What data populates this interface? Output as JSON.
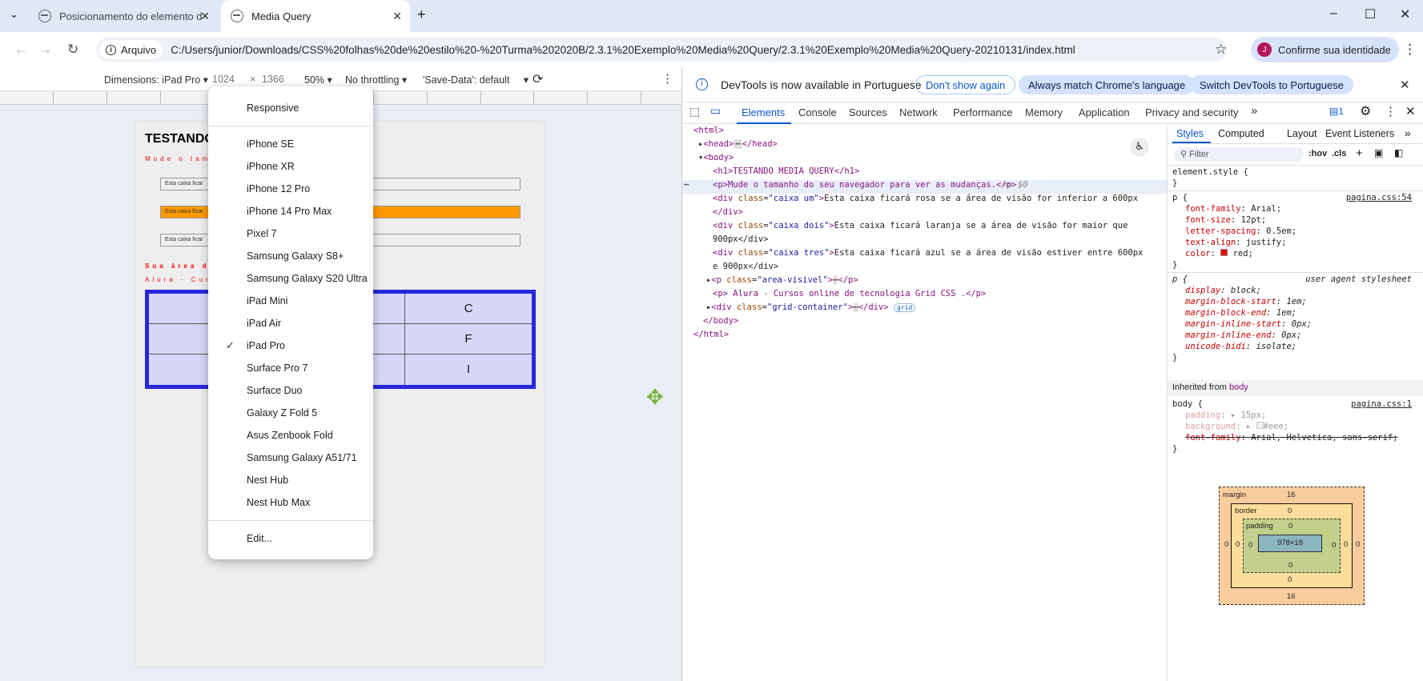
{
  "browser": {
    "tabs": [
      {
        "title": "Posicionamento do elemento d"
      },
      {
        "title": "Media Query"
      }
    ],
    "new_tab": "+",
    "window_controls": [
      "–",
      "☐",
      "✕"
    ],
    "security_chip": "Arquivo",
    "url": "C:/Users/junior/Downloads/CSS%20folhas%20de%20estilo%20-%20Turma%202020B/2.3.1%20Exemplo%20Media%20Query/2.3.1%20Exemplo%20Media%20Query-20210131/index.html",
    "identity_button": "Confirme sua identidade",
    "identity_initial": "J"
  },
  "device_toolbar": {
    "dimensions": "Dimensions: iPad Pro",
    "width": "1024",
    "times": "×",
    "height": "1366",
    "zoom": "50%",
    "throttling": "No throttling",
    "save_data": "'Save-Data': default"
  },
  "page": {
    "h1": "TESTANDO",
    "p1": "Mude o tam                                ver as mudanças.",
    "box1": "Esta caixa ficar",
    "box2": "Esta caixa ficar",
    "box3": "Esta caixa ficar",
    "p_area": "Sua área d                                  900px",
    "p_alura": "Alura - Cur                                   id CSS .",
    "grid": [
      "C",
      "F",
      "I"
    ],
    "accent": "#2727d9",
    "orange": "#ff9900"
  },
  "device_menu": {
    "items": [
      "Responsive",
      "iPhone SE",
      "iPhone XR",
      "iPhone 12 Pro",
      "iPhone 14 Pro Max",
      "Pixel 7",
      "Samsung Galaxy S8+",
      "Samsung Galaxy S20 Ultra",
      "iPad Mini",
      "iPad Air",
      "iPad Pro",
      "Surface Pro 7",
      "Surface Duo",
      "Galaxy Z Fold 5",
      "Asus Zenbook Fold",
      "Samsung Galaxy A51/71",
      "Nest Hub",
      "Nest Hub Max",
      "Edit..."
    ],
    "selected": "iPad Pro",
    "checkmark": "✓"
  },
  "devtools": {
    "info": "DevTools is now available in Portuguese",
    "buttons": [
      "Don't show again",
      "Always match Chrome's language",
      "Switch DevTools to Portuguese"
    ],
    "tabs": [
      "Elements",
      "Console",
      "Sources",
      "Network",
      "Performance",
      "Memory",
      "Application",
      "Privacy and security"
    ],
    "more_tabs": "»",
    "issues_count": "1",
    "dom": [
      "<html>",
      "<head>",
      "</head>",
      "<body>",
      "<h1>TESTANDO MEDIA QUERY</h1>",
      "<p>Mude o tamanho do seu navegador para ver as mudanças.</p>",
      "== $0",
      "caixa um",
      "Esta caixa ficará rosa se a área de visão for inferior a 600px",
      "</div>",
      "caixa dois",
      "Esta caixa ficará laranja se a área de visão for maior que",
      "900px</div>",
      "caixa tres",
      "Esta caixa ficará azul se a área de visão estiver entre 600px",
      "e 900px</div>",
      "area-visivel",
      "</p>",
      "<p> Alura - Cursos online de tecnologia Grid CSS .</p>",
      "grid-container",
      "</div>",
      "grid",
      "</body>",
      "</html>"
    ],
    "styles_tabs": [
      "Styles",
      "Computed",
      "Layout",
      "Event Listeners"
    ],
    "filter": "Filter",
    "hov": ":hov",
    "cls": ".cls",
    "rules": {
      "element_style": "element.style {",
      "close": "}",
      "p_selector": "p {",
      "p_source": "pagina.css:54",
      "p_props": [
        [
          "font-family",
          "Arial;"
        ],
        [
          "font-size",
          "12pt;"
        ],
        [
          "letter-spacing",
          "0.5em;"
        ],
        [
          "text-align",
          "justify;"
        ],
        [
          "color",
          "red;"
        ]
      ],
      "ua_selector": "p {",
      "ua_source": "user agent stylesheet",
      "ua_props": [
        [
          "display",
          "block;"
        ],
        [
          "margin-block-start",
          "1em;"
        ],
        [
          "margin-block-end",
          "1em;"
        ],
        [
          "margin-inline-start",
          "0px;"
        ],
        [
          "margin-inline-end",
          "0px;"
        ],
        [
          "unicode-bidi",
          "isolate;"
        ]
      ],
      "inherited_label": "Inherited from",
      "inherited_from": "body",
      "body_selector": "body {",
      "body_source": "pagina.css:1",
      "body_props": [
        [
          "padding",
          "15px;"
        ],
        [
          "background",
          "#eee;"
        ],
        [
          "font-family",
          "Arial, Helvetica, sans-serif;"
        ]
      ]
    },
    "box_model": {
      "margin": "margin",
      "border": "border",
      "padding": "padding",
      "margin_top": "16",
      "margin_bottom": "16",
      "content": "978×18",
      "zero": "0"
    }
  }
}
